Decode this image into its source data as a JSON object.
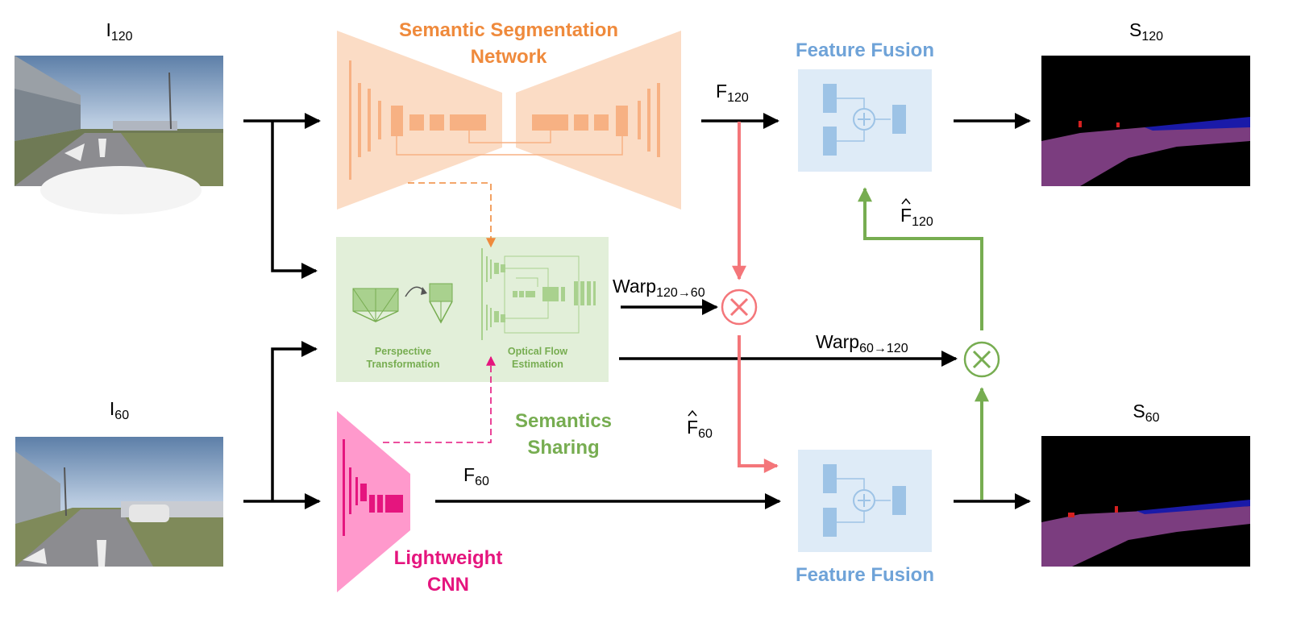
{
  "inputs": {
    "top": {
      "main": "I",
      "sub": "120"
    },
    "bottom": {
      "main": "I",
      "sub": "60"
    }
  },
  "outputs": {
    "top": {
      "main": "S",
      "sub": "120"
    },
    "bottom": {
      "main": "S",
      "sub": "60"
    }
  },
  "semantic_network": {
    "line1": "Semantic Segmentation",
    "line2": "Network"
  },
  "semantics_sharing": {
    "line1": "Semantics",
    "line2": "Sharing"
  },
  "perspective": {
    "line1": "Perspective",
    "line2": "Transformation"
  },
  "optical_flow": {
    "line1": "Optical Flow",
    "line2": "Estimation"
  },
  "lightweight_cnn": {
    "line1": "Lightweight",
    "line2": "CNN"
  },
  "feature_fusion_top": "Feature Fusion",
  "feature_fusion_bottom": "Feature Fusion",
  "features": {
    "f120": {
      "main": "F",
      "sub": "120"
    },
    "f60": {
      "main": "F",
      "sub": "60"
    },
    "f120_hat": {
      "main": "F",
      "sub": "120"
    },
    "f60_hat": {
      "main": "F",
      "sub": "60"
    }
  },
  "warps": {
    "w120_60": {
      "main": "Warp",
      "sub": "120→60"
    },
    "w60_120": {
      "main": "Warp",
      "sub": "60→120"
    }
  },
  "colors": {
    "orange": "#ef8a3c",
    "blue": "#6fa3d8",
    "green": "#77ad51",
    "pink": "#e5157e",
    "red": "#f4767a"
  }
}
